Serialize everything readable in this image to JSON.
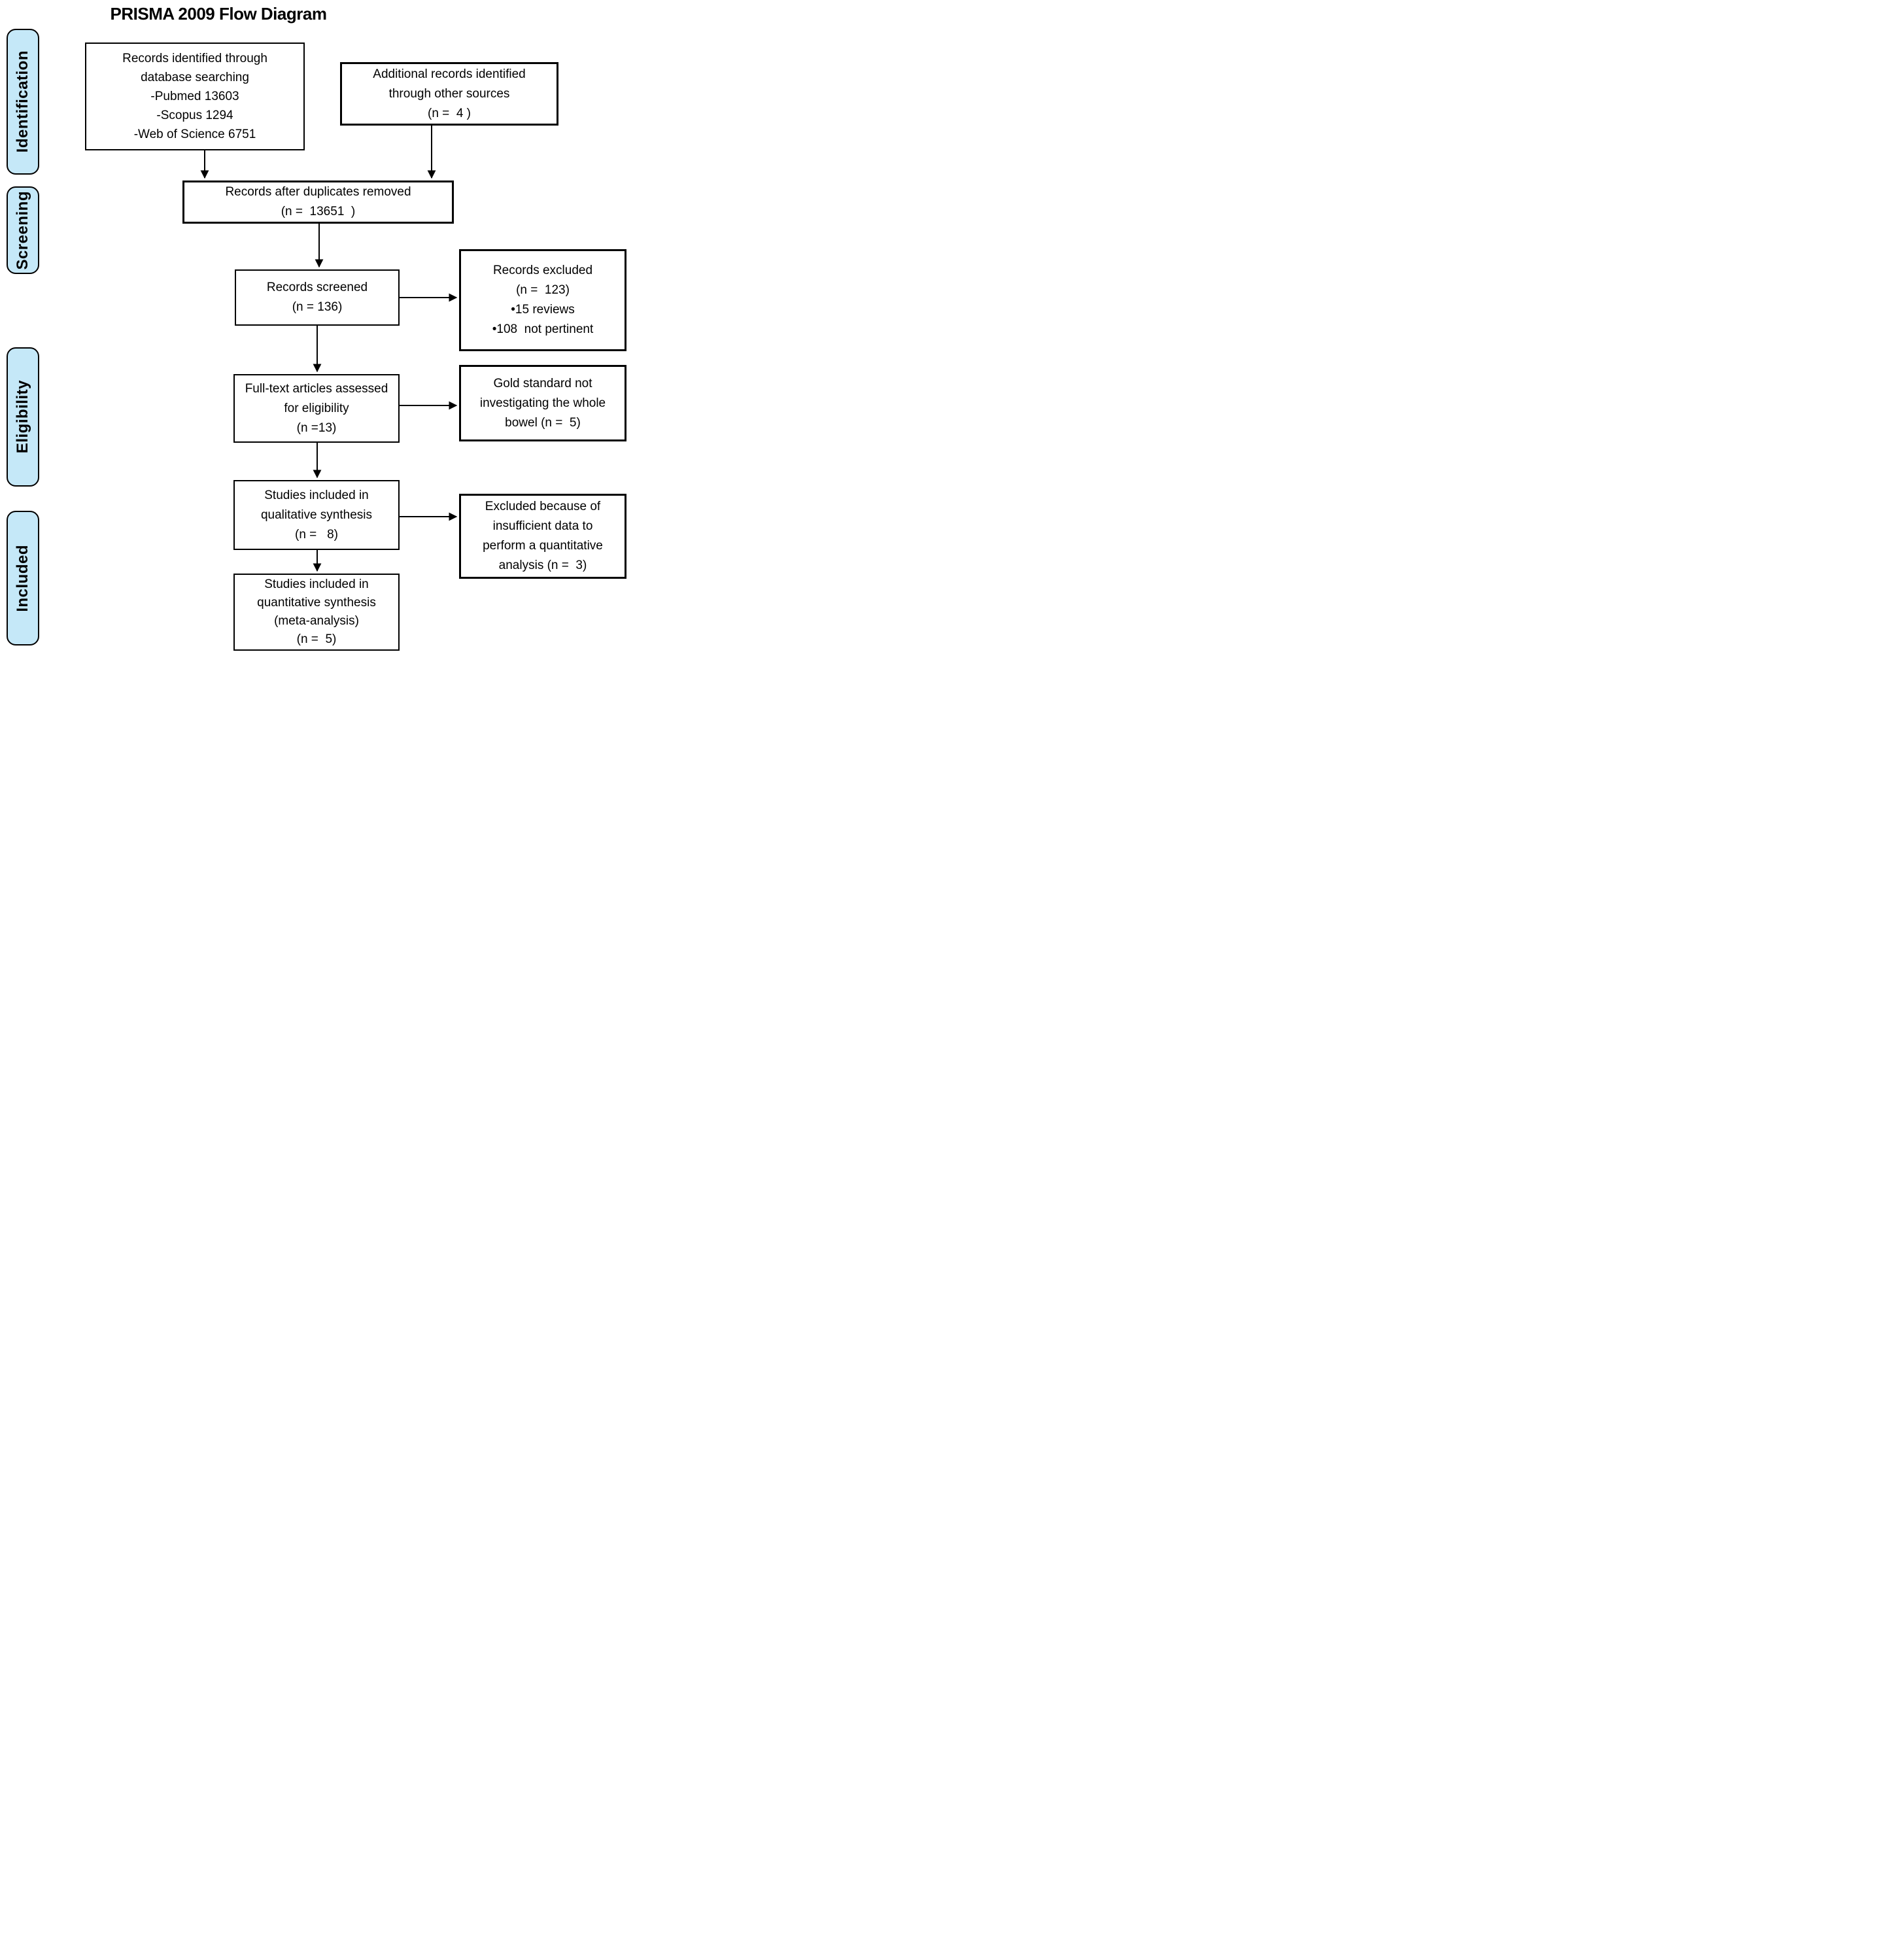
{
  "title": "PRISMA 2009 Flow Diagram",
  "sidebar": {
    "fill": "#c5e8f8",
    "stages": [
      {
        "id": "identification",
        "label": "Identification"
      },
      {
        "id": "screening",
        "label": "Screening"
      },
      {
        "id": "eligibility",
        "label": "Eligibility"
      },
      {
        "id": "included",
        "label": "Included"
      }
    ]
  },
  "boxes": {
    "identified": {
      "lines": [
        "Records identified through",
        "database searching",
        "-Pubmed 13603",
        "-Scopus 1294",
        "-Web of Science 6751"
      ]
    },
    "additional": {
      "lines": [
        "Additional records identified",
        "through other sources",
        "(n =  4 )"
      ]
    },
    "deduplicated": {
      "lines": [
        "Records after duplicates removed",
        "(n =  13651  )"
      ]
    },
    "screened": {
      "lines": [
        "Records screened",
        "(n = 136)"
      ]
    },
    "excluded": {
      "lines": [
        "Records excluded",
        "(n =  123)",
        "•15 reviews",
        "•108  not pertinent"
      ]
    },
    "fulltext": {
      "lines": [
        "Full-text articles assessed",
        "for eligibility",
        "(n =13)"
      ]
    },
    "gold_standard": {
      "lines": [
        "Gold standard not",
        "investigating the whole",
        "bowel (n =  5)"
      ]
    },
    "qualitative": {
      "lines": [
        "Studies included in",
        "qualitative synthesis",
        "(n =   8)"
      ]
    },
    "insufficient": {
      "lines": [
        "Excluded because of",
        "insufficient data to",
        "perform a quantitative",
        "analysis (n =  3)"
      ]
    },
    "quantitative": {
      "lines": [
        "Studies included in",
        "quantitative synthesis",
        "(meta-analysis)",
        "(n =  5)"
      ]
    }
  },
  "colors": {
    "line": "#000000",
    "text": "#000000",
    "box_fill": "#ffffff"
  }
}
